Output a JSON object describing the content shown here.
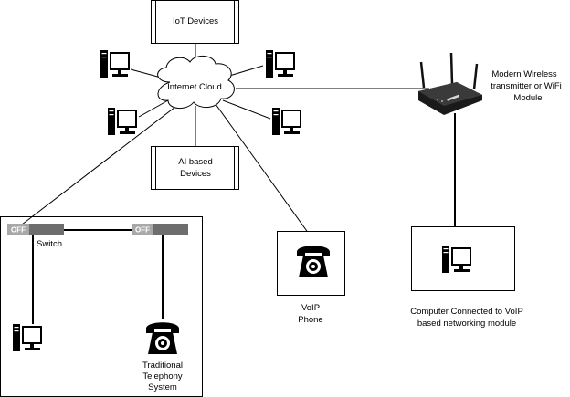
{
  "nodes": {
    "iot_devices": "IoT Devices",
    "internet_cloud": "Internet Cloud",
    "ai_devices_line1": "AI based",
    "ai_devices_line2": "Devices",
    "wireless_line1": "Modern Wireless",
    "wireless_line2": "transmitter or WiFi",
    "wireless_line3": "Module",
    "switch_label": "Switch",
    "switch_state_1": "OFF",
    "switch_state_2": "OFF",
    "voip_line1": "VoIP",
    "voip_line2": "Phone",
    "computer_line1": "Computer Connected to VoIP",
    "computer_line2": "based networking module",
    "telephony_line1": "Traditional",
    "telephony_line2": "Telephony",
    "telephony_line3": "System"
  },
  "icons": {
    "computer": "desktop-computer-icon",
    "phone": "rotary-telephone-icon",
    "router": "wireless-router-icon",
    "cloud": "cloud-icon"
  },
  "colors": {
    "line": "#000000",
    "switch_body": "#6d6d6d",
    "switch_off": "#a8a8a8",
    "icon_dark": "#000000"
  }
}
